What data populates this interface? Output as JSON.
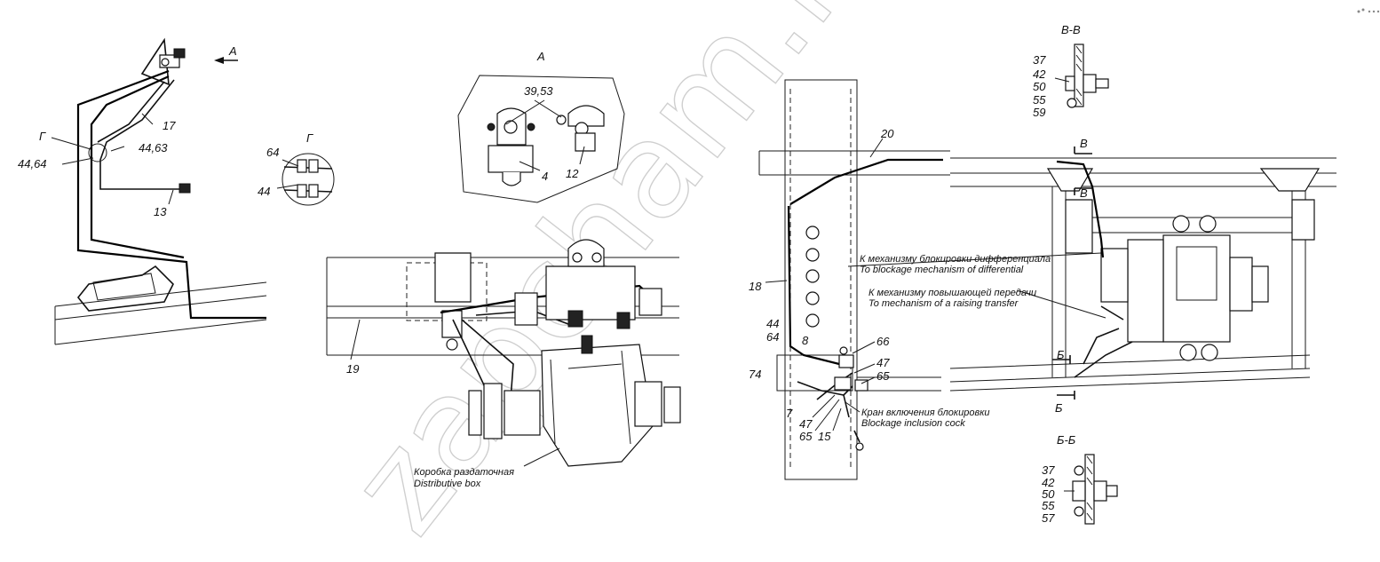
{
  "watermark": "zapcham.ru",
  "view_A": {
    "title": "A",
    "pointer_label": "A",
    "labels": [
      "39,53",
      "4",
      "12"
    ]
  },
  "detail_G": {
    "title": "Г",
    "labels": [
      "64",
      "44"
    ]
  },
  "left_view": {
    "labels": [
      "Г",
      "44,64",
      "44,63",
      "17",
      "13"
    ]
  },
  "center_view": {
    "labels": [
      "19"
    ],
    "caption_ru": "Коробка раздаточная",
    "caption_en": "Distributive box"
  },
  "frame_view": {
    "labels": [
      "20",
      "18",
      "44",
      "64",
      "8",
      "74",
      "66",
      "47",
      "65",
      "7",
      "47",
      "65",
      "15"
    ],
    "callout_1_ru": "К механизму блокировки дифференциала",
    "callout_1_en": "To blockage mechanism of differential",
    "callout_2_ru": "К механизму повышающей передачи",
    "callout_2_en": "To mechanism of a raising transfer",
    "callout_3_ru": "Кран включения блокировки",
    "callout_3_en": "Blockage inclusion cock"
  },
  "plan_view": {
    "section_marks": [
      "В",
      "В",
      "Б",
      "Б"
    ]
  },
  "section_BB_upper": {
    "title": "В-В",
    "labels": [
      "37",
      "42",
      "50",
      "55",
      "59"
    ]
  },
  "section_BB_lower": {
    "title": "Б-Б",
    "labels": [
      "37",
      "42",
      "50",
      "55",
      "57"
    ]
  }
}
